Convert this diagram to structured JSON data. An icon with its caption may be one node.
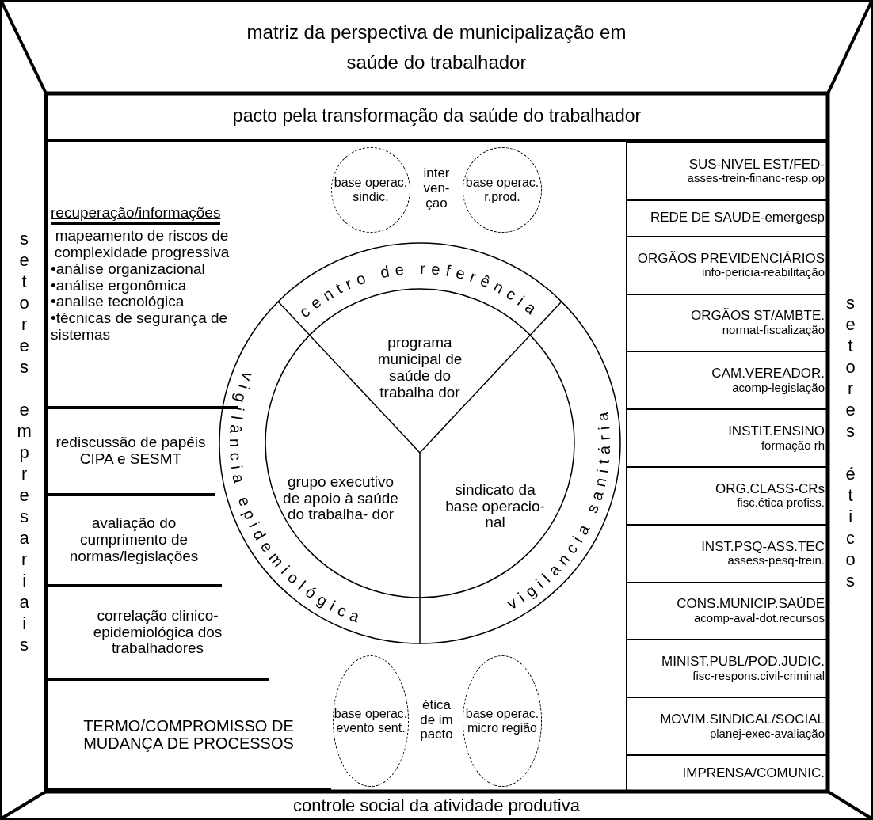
{
  "diagram": {
    "nodes": [
      {
        "text": [
          "matriz da perspectiva de municipalização em saúde do trabalhador"
        ]
      },
      {
        "text": [
          "controle social da atividade produtiva"
        ]
      },
      {
        "text": [
          "setores empresariais"
        ]
      },
      {
        "text": [
          "setores éticos"
        ]
      },
      {
        "text": [
          "pacto pela transformação da saúde do trabalhador"
        ]
      },
      {
        "text": [
          "recuperação/informações",
          "mapeamento de riscos de complexidade progressiva",
          "•análise organizacional",
          "•análise ergonômica",
          "•analise tecnológica",
          "•técnicas de segurança de sistemas"
        ]
      },
      {
        "text": [
          "rediscussão de papéis CIPA e SESMT"
        ]
      },
      {
        "text": [
          "avaliação do cumprimento de normas/legislações"
        ]
      },
      {
        "text": [
          "correlação clinico-epidemiológica dos trabalhadores"
        ]
      },
      {
        "text": [
          "TERMO/COMPROMISSO DE MUDANÇA DE PROCESSOS"
        ]
      },
      {
        "text": [
          "base operac. sindic."
        ]
      },
      {
        "text": [
          "inter ven- çao"
        ]
      },
      {
        "text": [
          "base operac. r.prod."
        ]
      },
      {
        "text": [
          "base operac. evento sent."
        ]
      },
      {
        "text": [
          "ética de im pacto"
        ]
      },
      {
        "text": [
          "base operac. micro região"
        ]
      },
      {
        "text": [
          "SUS-NIVEL EST/FED-",
          "asses-trein-financ-resp.op"
        ]
      },
      {
        "text": [
          "REDE DE SAUDE-emergesp"
        ]
      },
      {
        "text": [
          "ORGÃOS PREVIDENCIÁRIOS",
          "info-pericia-reabilitação"
        ]
      },
      {
        "text": [
          "ORGÃOS ST/AMBTE.",
          "normat-fiscalização"
        ]
      },
      {
        "text": [
          "CAM.VEREADOR.",
          "acomp-legislação"
        ]
      },
      {
        "text": [
          "INSTIT.ENSINO",
          "formação rh"
        ]
      },
      {
        "text": [
          "ORG.CLASS-CRs",
          "fisc.ética profiss."
        ]
      },
      {
        "text": [
          "INST.PSQ-ASS.TEC",
          "assess-pesq-trein."
        ]
      },
      {
        "text": [
          "CONS.MUNICIP.SAÚDE",
          "acomp-aval-dot.recursos"
        ]
      },
      {
        "text": [
          "MINIST.PUBL/POD.JUDIC.",
          "fisc-respons.civil-criminal"
        ]
      },
      {
        "text": [
          "MOVIM.SINDICAL/SOCIAL",
          "planej-exec-avaliação"
        ]
      },
      {
        "text": [
          "IMPRENSA/COMUNIC."
        ]
      },
      {
        "text": [
          "centro de referência",
          "vigilância epidemiológica",
          "vigilancia sanitária"
        ]
      },
      {
        "text": [
          "programa municipal de saúde do trabalha dor"
        ],
        "in": 28
      },
      {
        "text": [
          "grupo executivo de apoio à saúde do trabalha- dor"
        ],
        "in": 28
      },
      {
        "text": [
          "sindicato da base operacio- nal"
        ],
        "in": 28
      }
    ]
  }
}
